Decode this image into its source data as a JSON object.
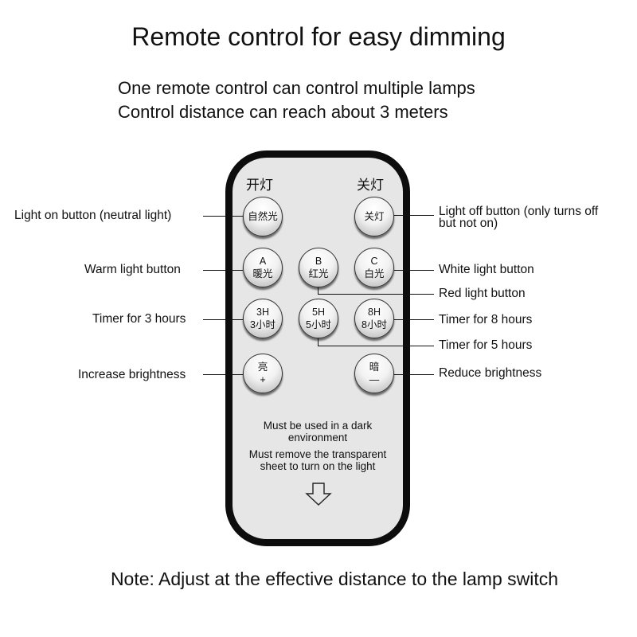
{
  "title": "Remote control for easy dimming",
  "subtitles": [
    "One remote control can control multiple lamps",
    "Control distance can reach about 3 meters"
  ],
  "remote": {
    "label_on": "开灯",
    "label_off": "关灯",
    "buttons": {
      "natural": [
        "自然光"
      ],
      "off": [
        "关灯"
      ],
      "warm": [
        "A",
        "暖光"
      ],
      "red": [
        "B",
        "红光"
      ],
      "white": [
        "C",
        "白光"
      ],
      "t3": [
        "3H",
        "3小时"
      ],
      "t5": [
        "5H",
        "5小时"
      ],
      "t8": [
        "8H",
        "8小时"
      ],
      "bright_up": [
        "亮",
        "+"
      ],
      "bright_down": [
        "暗",
        "—"
      ]
    },
    "notice_dark": [
      "Must be used in a dark",
      "environment"
    ],
    "notice_sheet": [
      "Must remove the transparent",
      "sheet to turn on the light"
    ],
    "arrow_icon": "down-arrow-outline"
  },
  "callouts": {
    "light_on": "Light on button (neutral light)",
    "light_off": [
      "Light off button (only turns off",
      "but not on)"
    ],
    "warm": "Warm light button",
    "white": "White light button",
    "red": "Red light button",
    "t3": "Timer for 3 hours",
    "t8": "Timer for 8 hours",
    "t5": "Timer for 5 hours",
    "increase": "Increase brightness",
    "reduce": "Reduce brightness"
  },
  "note": "Note: Adjust at the effective distance to the lamp switch"
}
